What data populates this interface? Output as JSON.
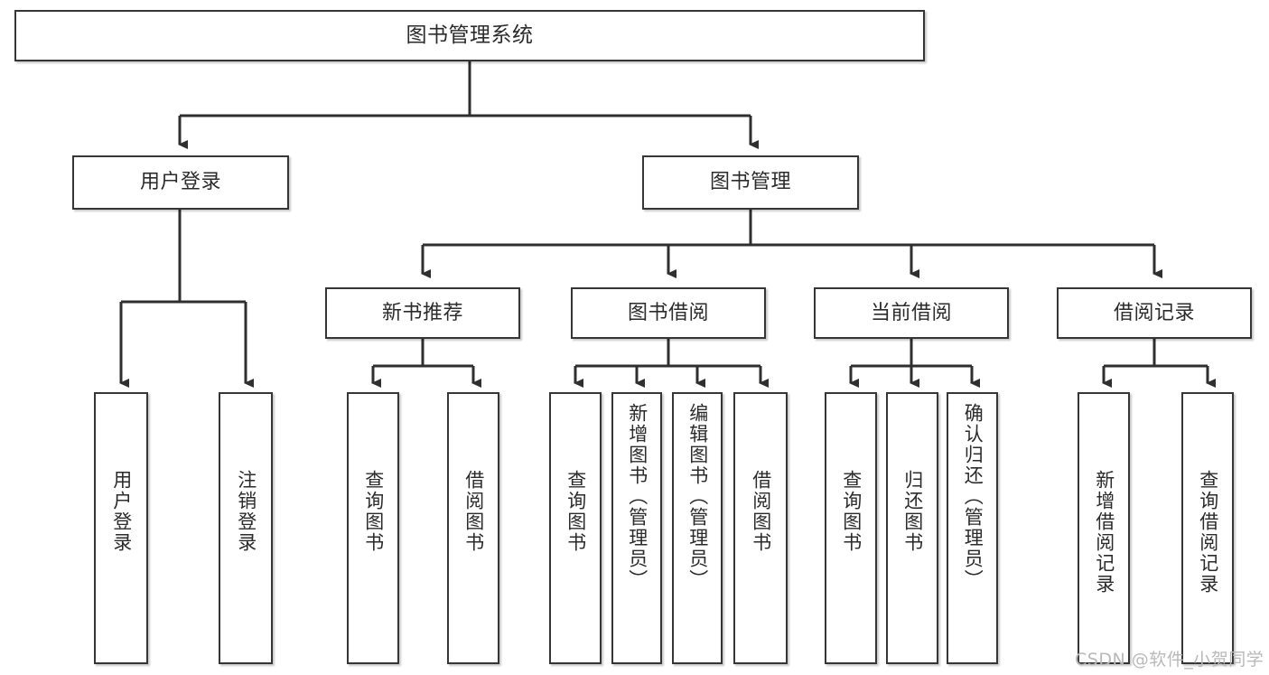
{
  "diagram": {
    "title": "图书管理系统",
    "type": "tree",
    "style": {
      "box_border_color": "#363636",
      "box_fill": "#ffffff",
      "line_color": "#2f2f2f",
      "text_color": "#2b2b2b",
      "watermark_color": "#b9b9b9"
    },
    "watermark": "CSDN @软件_小贺同学",
    "nodes": {
      "root": {
        "label": "图书管理系统",
        "level": 1,
        "orientation": "horizontal"
      },
      "l2": [
        {
          "id": "user-login",
          "label": "用户登录",
          "level": 2,
          "orientation": "horizontal"
        },
        {
          "id": "book-manage",
          "label": "图书管理",
          "level": 2,
          "orientation": "horizontal"
        }
      ],
      "l3": [
        {
          "id": "new-book-recommend",
          "label": "新书推荐",
          "level": 3,
          "orientation": "horizontal",
          "parent": "book-manage"
        },
        {
          "id": "book-borrow",
          "label": "图书借阅",
          "level": 3,
          "orientation": "horizontal",
          "parent": "book-manage"
        },
        {
          "id": "current-borrow",
          "label": "当前借阅",
          "level": 3,
          "orientation": "horizontal",
          "parent": "book-manage"
        },
        {
          "id": "borrow-record",
          "label": "借阅记录",
          "level": 3,
          "orientation": "horizontal",
          "parent": "book-manage"
        }
      ],
      "leaves": [
        {
          "id": "leaf-user-login",
          "label": "用户登录",
          "parent": "user-login",
          "orientation": "vertical"
        },
        {
          "id": "leaf-logout-login",
          "label": "注销登录",
          "parent": "user-login",
          "orientation": "vertical"
        },
        {
          "id": "leaf-query-book-1",
          "label": "查询图书",
          "parent": "new-book-recommend",
          "orientation": "vertical"
        },
        {
          "id": "leaf-borrow-book-1",
          "label": "借阅图书",
          "parent": "new-book-recommend",
          "orientation": "vertical"
        },
        {
          "id": "leaf-query-book-2",
          "label": "查询图书",
          "parent": "book-borrow",
          "orientation": "vertical"
        },
        {
          "id": "leaf-add-book",
          "label": "新增图书（管理员）",
          "parent": "book-borrow",
          "orientation": "vertical"
        },
        {
          "id": "leaf-edit-book",
          "label": "编辑图书（管理员）",
          "parent": "book-borrow",
          "orientation": "vertical"
        },
        {
          "id": "leaf-borrow-book-2",
          "label": "借阅图书",
          "parent": "book-borrow",
          "orientation": "vertical"
        },
        {
          "id": "leaf-query-book-3",
          "label": "查询图书",
          "parent": "current-borrow",
          "orientation": "vertical"
        },
        {
          "id": "leaf-return-book",
          "label": "归还图书",
          "parent": "current-borrow",
          "orientation": "vertical"
        },
        {
          "id": "leaf-confirm-return",
          "label": "确认归还（管理员）",
          "parent": "current-borrow",
          "orientation": "vertical"
        },
        {
          "id": "leaf-add-record",
          "label": "新增借阅记录",
          "parent": "borrow-record",
          "orientation": "vertical"
        },
        {
          "id": "leaf-query-record",
          "label": "查询借阅记录",
          "parent": "borrow-record",
          "orientation": "vertical"
        }
      ]
    }
  }
}
